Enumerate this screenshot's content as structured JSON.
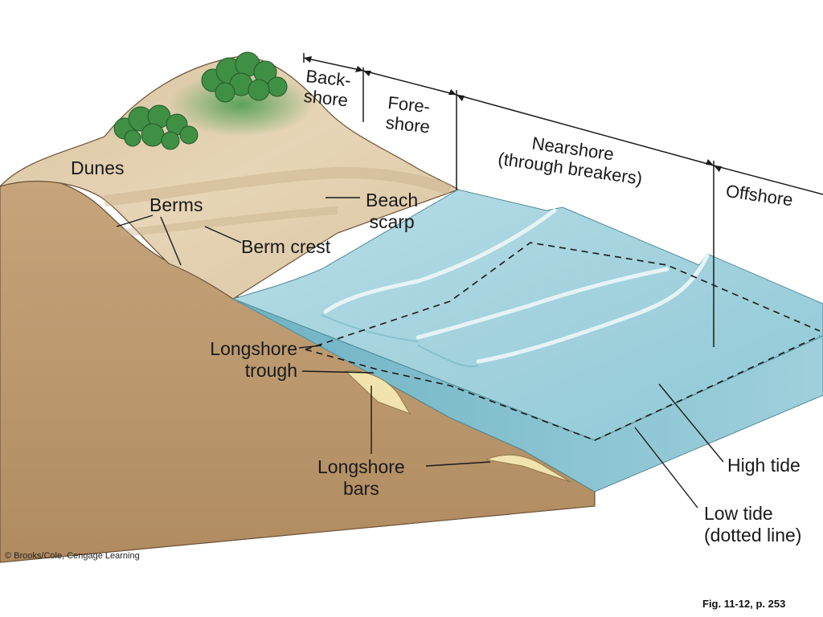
{
  "zones": {
    "backshore": [
      "Back-",
      "shore"
    ],
    "foreshore": [
      "Fore-",
      "shore"
    ],
    "nearshore": [
      "Nearshore",
      "(through breakers)"
    ],
    "offshore": "Offshore"
  },
  "labels": {
    "dunes": "Dunes",
    "berms": "Berms",
    "berm_crest": "Berm crest",
    "beach_scarp": [
      "Beach",
      "scarp"
    ],
    "longshore_trough": [
      "Longshore",
      "trough"
    ],
    "longshore_bars": [
      "Longshore",
      "bars"
    ],
    "high_tide": "High tide",
    "low_tide": [
      "Low tide",
      "(dotted line)"
    ]
  },
  "credit": "© Brooks/Cole, Cengage Learning",
  "figure_ref": "Fig. 11-12, p. 253",
  "colors": {
    "sand_top": "#dcc7a4",
    "soil_side": "#bd9a70",
    "water_top": "#a6d3de",
    "water_side": "#7fbfcd",
    "vegetation": "#3f8f44",
    "longshore_bar": "#f2e3ae"
  }
}
